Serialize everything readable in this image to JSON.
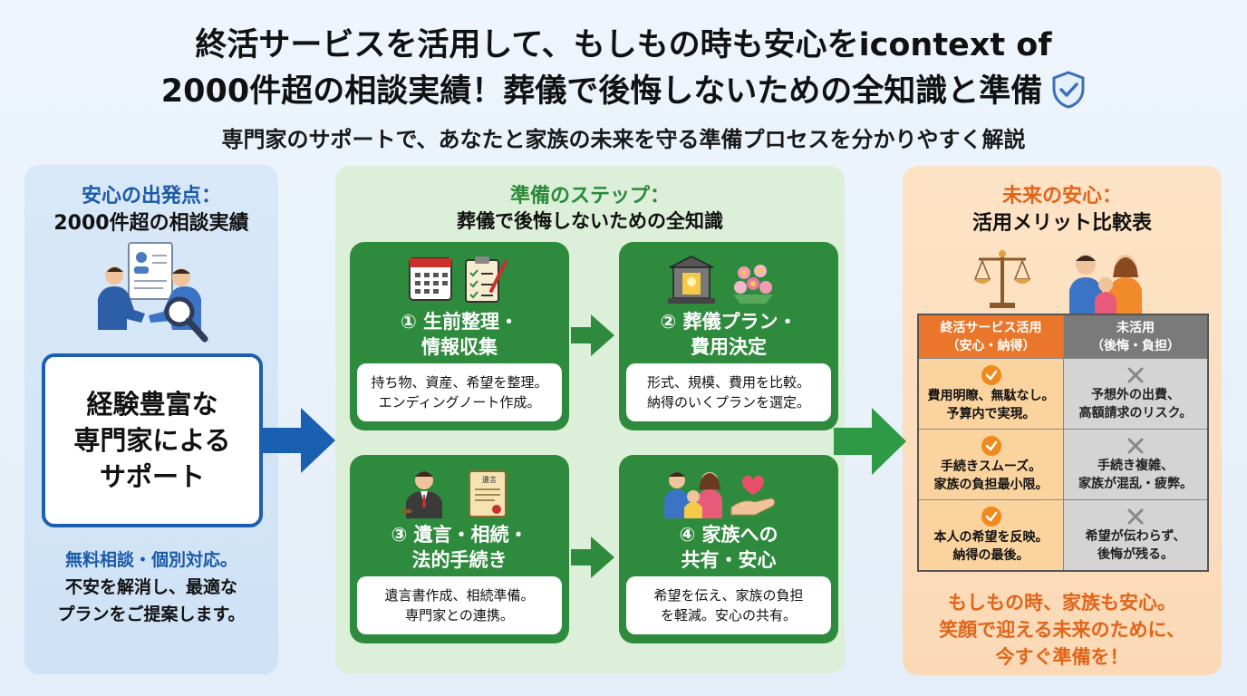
{
  "header": {
    "title_line1": "終活サービスを活用して、もしもの時も安心をicontext of",
    "title_line2": "2000件超の相談実績！葬儀で後悔しないための全知識と準備",
    "subtitle": "専門家のサポートで、あなたと家族の未来を守る準備プロセスを分かりやすく解説"
  },
  "left_panel": {
    "heading_accent": "安心の出発点：",
    "heading_main": "2000件超の相談実績",
    "box_line1": "経験豊富な",
    "box_line2": "専門家による",
    "box_line3": "サポート",
    "foot_accent": "無料相談・個別対応。",
    "foot_line2": "不安を解消し、最適な",
    "foot_line3": "プランをご提案します。"
  },
  "middle_panel": {
    "heading_accent": "準備のステップ：",
    "heading_main": "葬儀で後悔しないための全知識",
    "steps": [
      {
        "title1": "① 生前整理・",
        "title2": "情報収集",
        "body1": "持ち物、資産、希望を整理。",
        "body2": "エンディングノート作成。"
      },
      {
        "title1": "② 葬儀プラン・",
        "title2": "費用決定",
        "body1": "形式、規模、費用を比較。",
        "body2": "納得のいくプランを選定。"
      },
      {
        "title1": "③ 遺言・相続・",
        "title2": "法的手続き",
        "body1": "遺言書作成、相続準備。",
        "body2": "専門家との連携。"
      },
      {
        "title1": "④ 家族への",
        "title2": "共有・安心",
        "body1": "希望を伝え、家族の負担",
        "body2": "を軽減。安心の共有。"
      }
    ]
  },
  "right_panel": {
    "heading_accent": "未来の安心：",
    "heading_main": "活用メリット比較表",
    "col_use_1": "終活サービス活用",
    "col_use_2": "（安心・納得）",
    "col_unuse_1": "未活用",
    "col_unuse_2": "（後悔・負担）",
    "rows": [
      {
        "use1": "費用明瞭、無駄なし。",
        "use2": "予算内で実現。",
        "unuse1": "予想外の出費、",
        "unuse2": "高額請求のリスク。"
      },
      {
        "use1": "手続きスムーズ。",
        "use2": "家族の負担最小限。",
        "unuse1": "手続き複雑、",
        "unuse2": "家族が混乱・疲弊。"
      },
      {
        "use1": "本人の希望を反映。",
        "use2": "納得の最後。",
        "unuse1": "希望が伝わらず、",
        "unuse2": "後悔が残る。"
      }
    ],
    "foot1": "もしもの時、家族も安心。",
    "foot2": "笑顔で迎える未来のために、",
    "foot3": "今すぐ準備を！"
  },
  "colors": {
    "blue": "#1b5fb0",
    "green": "#2e8b3d",
    "orange": "#e9762a"
  }
}
